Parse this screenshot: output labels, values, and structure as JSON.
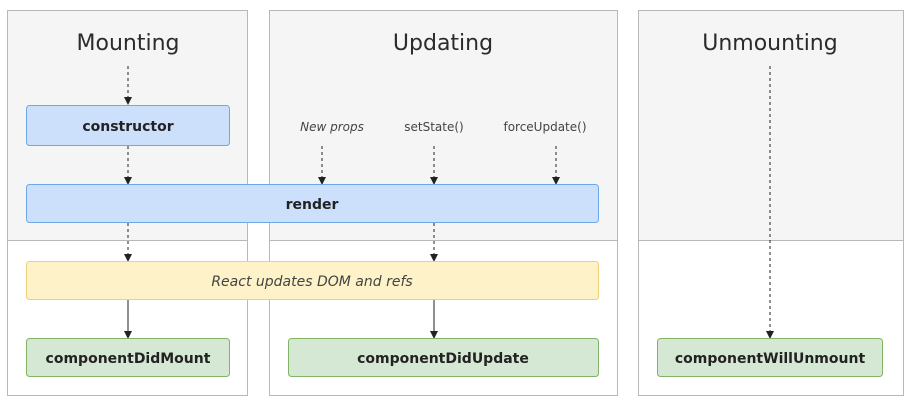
{
  "phases": [
    {
      "title": "Mounting"
    },
    {
      "title": "Updating"
    },
    {
      "title": "Unmounting"
    }
  ],
  "triggers": [
    {
      "label": "New props"
    },
    {
      "label": "setState()"
    },
    {
      "label": "forceUpdate()"
    }
  ],
  "boxes": {
    "constructor": "constructor",
    "render": "render",
    "dom_update": "React updates DOM and refs",
    "did_mount": "componentDidMount",
    "did_update": "componentDidUpdate",
    "will_unmount": "componentWillUnmount"
  },
  "colors": {
    "phase_bg": "#f5f5f5",
    "phase_border": "#b8b8b8",
    "blue_fill": "#cce0fb",
    "blue_border": "#6fa8e8",
    "yellow_fill": "#fdf2c8",
    "yellow_border": "#ecd07a",
    "green_fill": "#d5e8d4",
    "green_border": "#82b366",
    "arrow": "#222222"
  }
}
